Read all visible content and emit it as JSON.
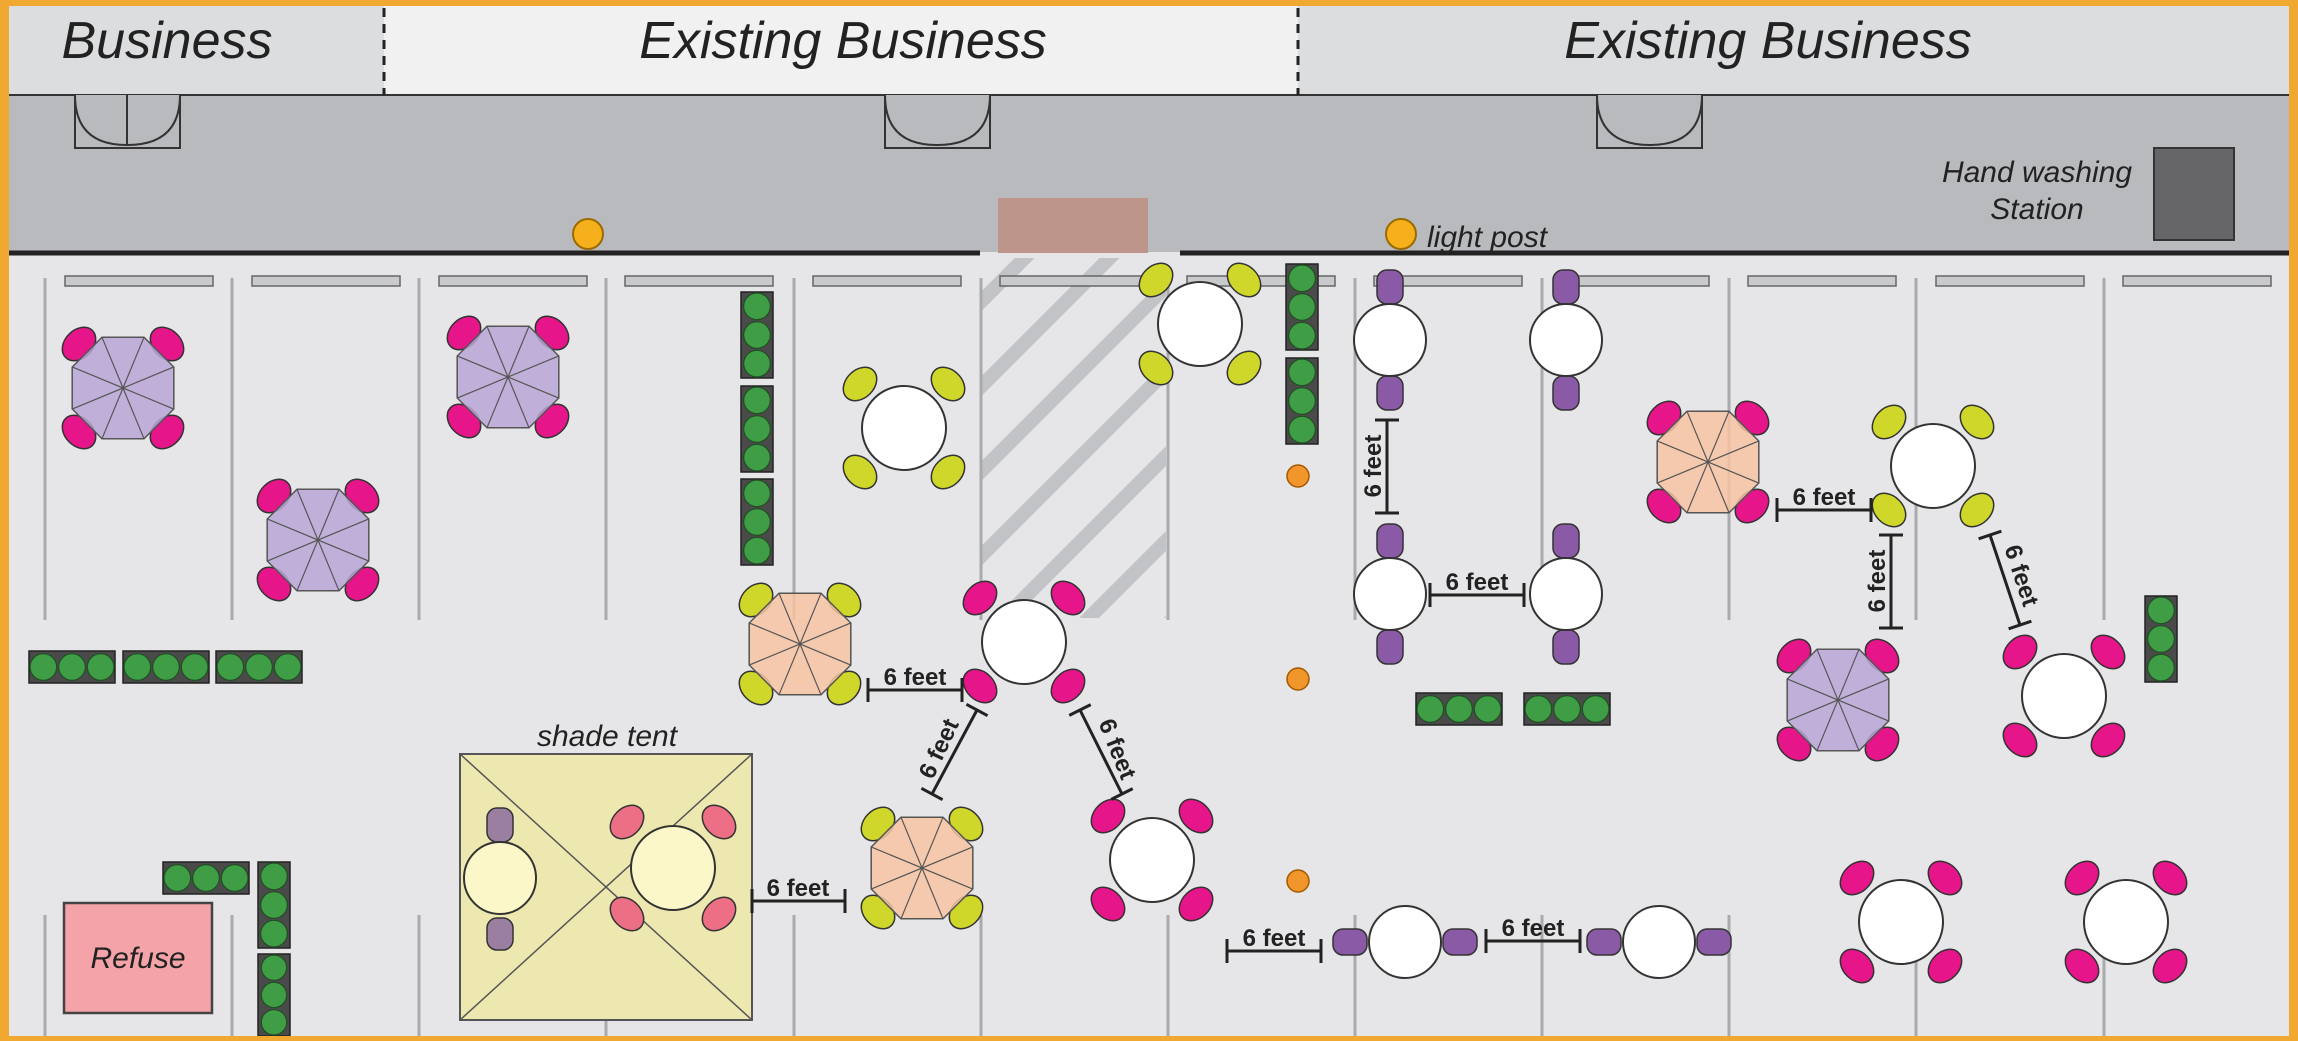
{
  "storefronts": {
    "left": "Business",
    "middle": "Existing Business",
    "right": "Existing Business"
  },
  "labels": {
    "hand_washing_line1": "Hand washing",
    "hand_washing_line2": "Station",
    "light_post": "light post",
    "shade_tent": "shade tent",
    "refuse": "Refuse"
  },
  "spacing_label": "6 feet",
  "colors": {
    "frame": "#f0a830",
    "sidewalk": "#b9babd",
    "street": "#e6e6e8",
    "storefront": "#dcdddf",
    "planter": "#4a4a4a",
    "plant": "#3f9e45",
    "chair_magenta": "#e6168a",
    "chair_yellow": "#cfd82a",
    "chair_purple": "#8a5aa6",
    "chair_pink": "#ec6f86",
    "umbrella_lavender": "#b8a6d6",
    "umbrella_peach": "#f7c3a2",
    "tent": "#ede8b0",
    "refuse": "#f4a3a8",
    "light": "#f5b01c",
    "ramp": "#be958a"
  }
}
